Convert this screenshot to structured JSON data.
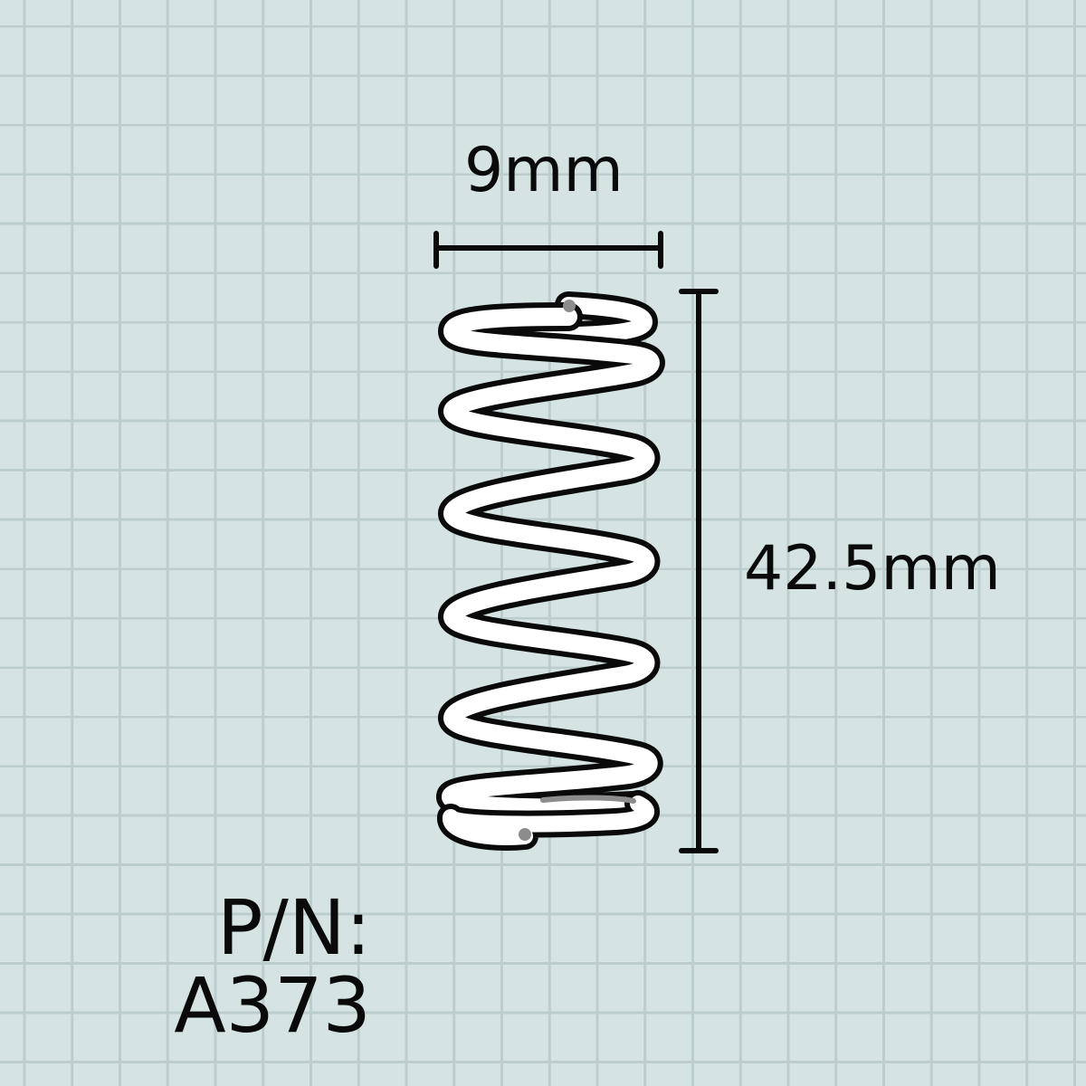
{
  "diagram": {
    "subject": "compression spring",
    "dimensions": {
      "width_label": "9mm",
      "height_label": "42.5mm"
    },
    "part_number": {
      "prefix": "P/N:",
      "value": "A373"
    },
    "colors": {
      "background": "#d6e3e3",
      "grid_line": "#bccdcd",
      "ink": "#0a0a0a",
      "spring_fill": "#ffffff",
      "wire_end": "#8c8c8c"
    }
  }
}
